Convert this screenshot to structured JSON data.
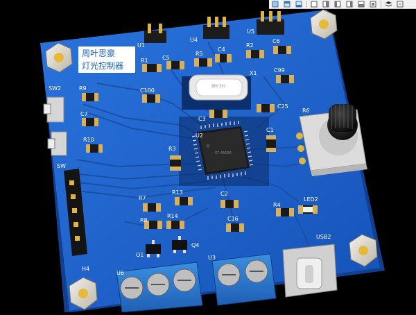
{
  "window": {
    "title": ""
  },
  "toolbar": {
    "buttons": [
      {
        "name": "3d-view-icon"
      },
      {
        "name": "top-view-icon"
      },
      {
        "name": "bottom-view-icon"
      },
      {
        "name": "front-view-icon"
      },
      {
        "name": "back-view-icon"
      },
      {
        "name": "left-view-icon"
      },
      {
        "name": "right-view-icon"
      },
      {
        "name": "iso-view-icon"
      },
      {
        "name": "board-view-icon"
      },
      {
        "name": "layers-icon"
      },
      {
        "name": "settings-icon"
      }
    ]
  },
  "board": {
    "title_line1": "周叶思豪",
    "title_line2": "灯光控制器",
    "crystal_text": "8M 3H",
    "chip_text": "ST 4660A",
    "colors": {
      "board": "#1e63c8",
      "trace": "#174fa6",
      "pad": "#d8b25a",
      "background": "#000000"
    },
    "labels": {
      "U1": "U1",
      "U4": "U4",
      "U5": "U5",
      "C5": "C5",
      "R5": "R5",
      "C4": "C4",
      "R2": "R2",
      "C6": "C6",
      "R1": "R1",
      "X1": "X1",
      "C99": "C99",
      "SW2": "SW2",
      "R9": "R9",
      "C100": "C100",
      "C7": "C7",
      "C3": "C3",
      "C25": "C25",
      "R6": "R6",
      "R10": "R10",
      "U2": "U2",
      "C1": "C1",
      "R3": "R3",
      "SW1": "SW",
      "R13": "R13",
      "C2": "C2",
      "R7": "R7",
      "R4": "R4",
      "LED2": "LED2",
      "R8": "R8",
      "R14": "R14",
      "C16": "C16",
      "USB2": "USB2",
      "Q1": "Q1",
      "Q4": "Q4",
      "H4": "H4",
      "U6": "U6",
      "U3": "U3"
    }
  }
}
